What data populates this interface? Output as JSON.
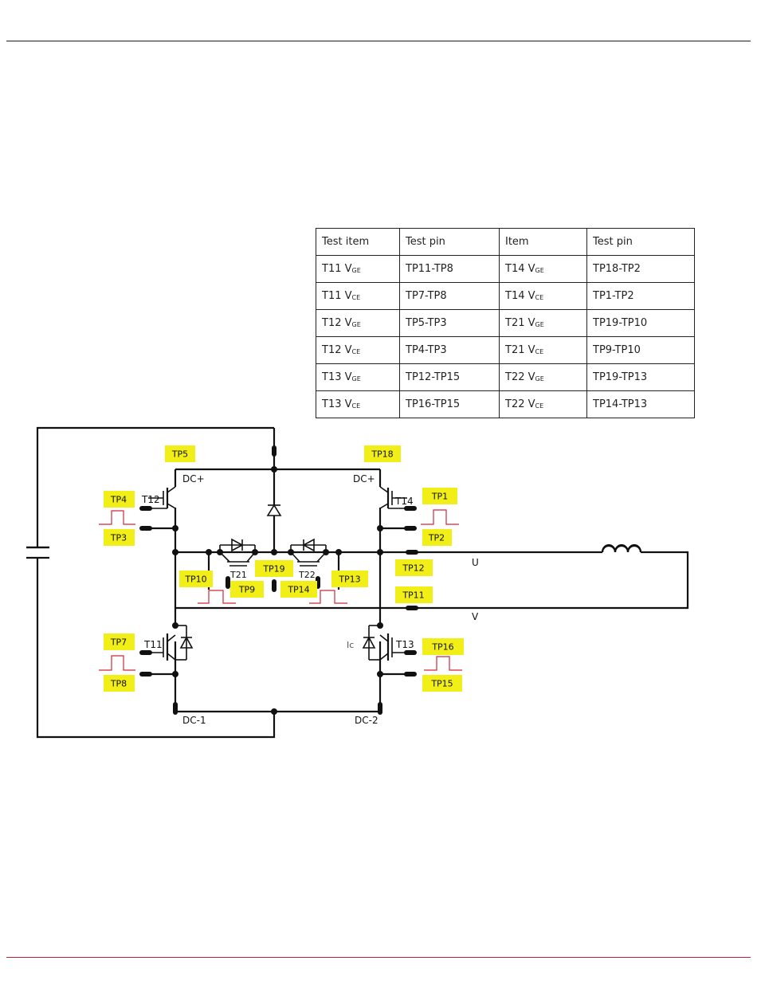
{
  "table": {
    "headers": [
      "Test item",
      "Test pin",
      "Item",
      "Test pin"
    ],
    "rows": [
      [
        {
          "t": "T11",
          "s": "GE"
        },
        "TP11-TP8",
        {
          "t": "T14",
          "s": "GE"
        },
        "TP18-TP2"
      ],
      [
        {
          "t": "T11",
          "s": "CE"
        },
        "TP7-TP8",
        {
          "t": "T14",
          "s": "CE"
        },
        "TP1-TP2"
      ],
      [
        {
          "t": "T12",
          "s": "GE"
        },
        "TP5-TP3",
        {
          "t": "T21",
          "s": "GE"
        },
        "TP19-TP10"
      ],
      [
        {
          "t": "T12",
          "s": "CE"
        },
        "TP4-TP3",
        {
          "t": "T21",
          "s": "CE"
        },
        "TP9-TP10"
      ],
      [
        {
          "t": "T13",
          "s": "GE"
        },
        "TP12-TP15",
        {
          "t": "T22",
          "s": "GE"
        },
        "TP19-TP13"
      ],
      [
        {
          "t": "T13",
          "s": "CE"
        },
        "TP16-TP15",
        {
          "t": "T22",
          "s": "CE"
        },
        "TP14-TP13"
      ]
    ]
  },
  "diagram": {
    "test_points": {
      "tp1": "TP1",
      "tp2": "TP2",
      "tp3": "TP3",
      "tp4": "TP4",
      "tp5": "TP5",
      "tp7": "TP7",
      "tp8": "TP8",
      "tp9": "TP9",
      "tp10": "TP10",
      "tp11": "TP11",
      "tp12": "TP12",
      "tp13": "TP13",
      "tp14": "TP14",
      "tp15": "TP15",
      "tp16": "TP16",
      "tp18": "TP18",
      "tp19": "TP19"
    },
    "transistors": {
      "t11": "T11",
      "t12": "T12",
      "t13": "T13",
      "t14": "T14",
      "t21": "T21",
      "t22": "T22"
    },
    "nodes": {
      "dc_plus_left": "DC+",
      "dc_plus_right": "DC+",
      "dc_minus_1": "DC-1",
      "dc_minus_2": "DC-2",
      "u": "U",
      "v": "V",
      "ic": "Ic"
    }
  }
}
